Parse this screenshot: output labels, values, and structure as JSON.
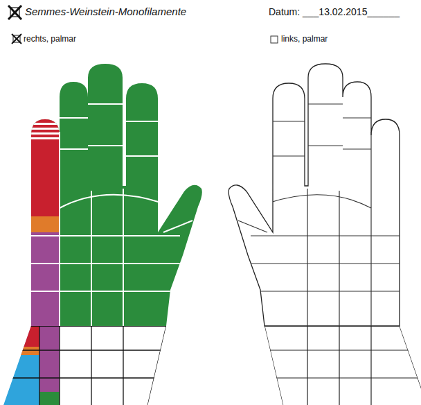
{
  "diagram": {
    "title": "Semmes-Weinstein-Monofilamente",
    "labels": [
      "Datum: ___13.02.2015______",
      "rechts, palmar",
      "links, palmar"
    ]
  }
}
